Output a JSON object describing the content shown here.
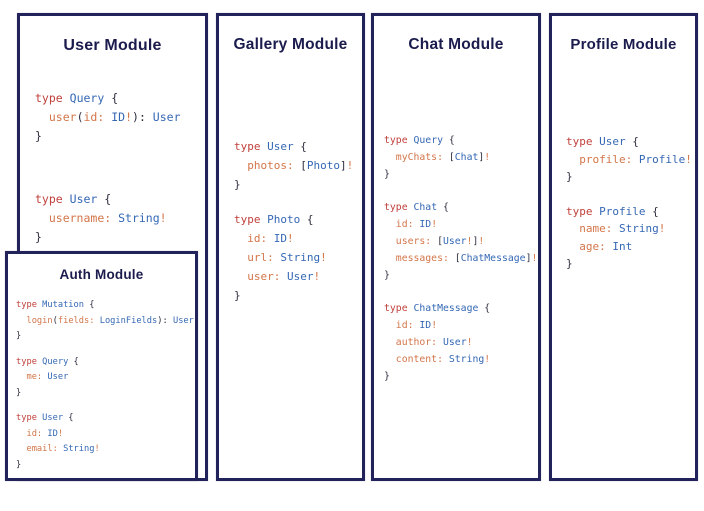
{
  "page": {
    "background": "#ffffff"
  },
  "colors": {
    "panel_border": "#23235c",
    "title": "#1b1b4d",
    "keyword": "#c0413c",
    "type_name": "#3568b4",
    "field": "#d3764a",
    "punctuation": "#2e2e3f"
  },
  "modules": [
    {
      "id": "user",
      "title": "User Module",
      "blocks": [
        [
          [
            [
              "kw",
              "type"
            ],
            [
              "pl",
              " "
            ],
            [
              "ty",
              "Query"
            ],
            [
              "pl",
              " {"
            ]
          ],
          [
            [
              "pl",
              "  "
            ],
            [
              "fd",
              "user"
            ],
            [
              "pl",
              "("
            ],
            [
              "fd",
              "id:"
            ],
            [
              "pl",
              " "
            ],
            [
              "ty",
              "ID"
            ],
            [
              "fd",
              "!"
            ],
            [
              "pl",
              "): "
            ],
            [
              "ty",
              "User"
            ]
          ],
          [
            [
              "pl",
              "}"
            ]
          ]
        ],
        [
          [
            [
              "kw",
              "type"
            ],
            [
              "pl",
              " "
            ],
            [
              "ty",
              "User"
            ],
            [
              "pl",
              " {"
            ]
          ],
          [
            [
              "pl",
              "  "
            ],
            [
              "fd",
              "username:"
            ],
            [
              "pl",
              " "
            ],
            [
              "ty",
              "String"
            ],
            [
              "fd",
              "!"
            ]
          ],
          [
            [
              "pl",
              "}"
            ]
          ]
        ]
      ]
    },
    {
      "id": "auth",
      "title": "Auth Module",
      "blocks": [
        [
          [
            [
              "kw",
              "type"
            ],
            [
              "pl",
              " "
            ],
            [
              "ty",
              "Mutation"
            ],
            [
              "pl",
              " {"
            ]
          ],
          [
            [
              "pl",
              "  "
            ],
            [
              "fd",
              "login"
            ],
            [
              "pl",
              "("
            ],
            [
              "fd",
              "fields:"
            ],
            [
              "pl",
              " "
            ],
            [
              "ty",
              "LoginFields"
            ],
            [
              "pl",
              "): "
            ],
            [
              "ty",
              "User"
            ]
          ],
          [
            [
              "pl",
              "}"
            ]
          ]
        ],
        [
          [
            [
              "kw",
              "type"
            ],
            [
              "pl",
              " "
            ],
            [
              "ty",
              "Query"
            ],
            [
              "pl",
              " {"
            ]
          ],
          [
            [
              "pl",
              "  "
            ],
            [
              "fd",
              "me:"
            ],
            [
              "pl",
              " "
            ],
            [
              "ty",
              "User"
            ]
          ],
          [
            [
              "pl",
              "}"
            ]
          ]
        ],
        [
          [
            [
              "kw",
              "type"
            ],
            [
              "pl",
              " "
            ],
            [
              "ty",
              "User"
            ],
            [
              "pl",
              " {"
            ]
          ],
          [
            [
              "pl",
              "  "
            ],
            [
              "fd",
              "id:"
            ],
            [
              "pl",
              " "
            ],
            [
              "ty",
              "ID"
            ],
            [
              "fd",
              "!"
            ]
          ],
          [
            [
              "pl",
              "  "
            ],
            [
              "fd",
              "email:"
            ],
            [
              "pl",
              " "
            ],
            [
              "ty",
              "String"
            ],
            [
              "fd",
              "!"
            ]
          ],
          [
            [
              "pl",
              "}"
            ]
          ]
        ]
      ]
    },
    {
      "id": "gallery",
      "title": "Gallery Module",
      "blocks": [
        [
          [
            [
              "kw",
              "type"
            ],
            [
              "pl",
              " "
            ],
            [
              "ty",
              "User"
            ],
            [
              "pl",
              " {"
            ]
          ],
          [
            [
              "pl",
              "  "
            ],
            [
              "fd",
              "photos:"
            ],
            [
              "pl",
              " ["
            ],
            [
              "ty",
              "Photo"
            ],
            [
              "pl",
              "]"
            ],
            [
              "fd",
              "!"
            ]
          ],
          [
            [
              "pl",
              "}"
            ]
          ]
        ],
        [
          [
            [
              "kw",
              "type"
            ],
            [
              "pl",
              " "
            ],
            [
              "ty",
              "Photo"
            ],
            [
              "pl",
              " {"
            ]
          ],
          [
            [
              "pl",
              "  "
            ],
            [
              "fd",
              "id:"
            ],
            [
              "pl",
              " "
            ],
            [
              "ty",
              "ID"
            ],
            [
              "fd",
              "!"
            ]
          ],
          [
            [
              "pl",
              "  "
            ],
            [
              "fd",
              "url:"
            ],
            [
              "pl",
              " "
            ],
            [
              "ty",
              "String"
            ],
            [
              "fd",
              "!"
            ]
          ],
          [
            [
              "pl",
              "  "
            ],
            [
              "fd",
              "user:"
            ],
            [
              "pl",
              " "
            ],
            [
              "ty",
              "User"
            ],
            [
              "fd",
              "!"
            ]
          ],
          [
            [
              "pl",
              "}"
            ]
          ]
        ]
      ]
    },
    {
      "id": "chat",
      "title": "Chat Module",
      "blocks": [
        [
          [
            [
              "kw",
              "type"
            ],
            [
              "pl",
              " "
            ],
            [
              "ty",
              "Query"
            ],
            [
              "pl",
              " {"
            ]
          ],
          [
            [
              "pl",
              "  "
            ],
            [
              "fd",
              "myChats:"
            ],
            [
              "pl",
              " ["
            ],
            [
              "ty",
              "Chat"
            ],
            [
              "pl",
              "]"
            ],
            [
              "fd",
              "!"
            ]
          ],
          [
            [
              "pl",
              "}"
            ]
          ]
        ],
        [
          [
            [
              "kw",
              "type"
            ],
            [
              "pl",
              " "
            ],
            [
              "ty",
              "Chat"
            ],
            [
              "pl",
              " {"
            ]
          ],
          [
            [
              "pl",
              "  "
            ],
            [
              "fd",
              "id:"
            ],
            [
              "pl",
              " "
            ],
            [
              "ty",
              "ID"
            ],
            [
              "fd",
              "!"
            ]
          ],
          [
            [
              "pl",
              "  "
            ],
            [
              "fd",
              "users:"
            ],
            [
              "pl",
              " ["
            ],
            [
              "ty",
              "User"
            ],
            [
              "fd",
              "!"
            ],
            [
              "pl",
              "]"
            ],
            [
              "fd",
              "!"
            ]
          ],
          [
            [
              "pl",
              "  "
            ],
            [
              "fd",
              "messages:"
            ],
            [
              "pl",
              " ["
            ],
            [
              "ty",
              "ChatMessage"
            ],
            [
              "pl",
              "]"
            ],
            [
              "fd",
              "!"
            ]
          ],
          [
            [
              "pl",
              "}"
            ]
          ]
        ],
        [
          [
            [
              "kw",
              "type"
            ],
            [
              "pl",
              " "
            ],
            [
              "ty",
              "ChatMessage"
            ],
            [
              "pl",
              " {"
            ]
          ],
          [
            [
              "pl",
              "  "
            ],
            [
              "fd",
              "id:"
            ],
            [
              "pl",
              " "
            ],
            [
              "ty",
              "ID"
            ],
            [
              "fd",
              "!"
            ]
          ],
          [
            [
              "pl",
              "  "
            ],
            [
              "fd",
              "author:"
            ],
            [
              "pl",
              " "
            ],
            [
              "ty",
              "User"
            ],
            [
              "fd",
              "!"
            ]
          ],
          [
            [
              "pl",
              "  "
            ],
            [
              "fd",
              "content:"
            ],
            [
              "pl",
              " "
            ],
            [
              "ty",
              "String"
            ],
            [
              "fd",
              "!"
            ]
          ],
          [
            [
              "pl",
              "}"
            ]
          ]
        ]
      ]
    },
    {
      "id": "profile",
      "title": "Profile Module",
      "blocks": [
        [
          [
            [
              "kw",
              "type"
            ],
            [
              "pl",
              " "
            ],
            [
              "ty",
              "User"
            ],
            [
              "pl",
              " {"
            ]
          ],
          [
            [
              "pl",
              "  "
            ],
            [
              "fd",
              "profile:"
            ],
            [
              "pl",
              " "
            ],
            [
              "ty",
              "Profile"
            ],
            [
              "fd",
              "!"
            ]
          ],
          [
            [
              "pl",
              "}"
            ]
          ]
        ],
        [
          [
            [
              "kw",
              "type"
            ],
            [
              "pl",
              " "
            ],
            [
              "ty",
              "Profile"
            ],
            [
              "pl",
              " {"
            ]
          ],
          [
            [
              "pl",
              "  "
            ],
            [
              "fd",
              "name:"
            ],
            [
              "pl",
              " "
            ],
            [
              "ty",
              "String"
            ],
            [
              "fd",
              "!"
            ]
          ],
          [
            [
              "pl",
              "  "
            ],
            [
              "fd",
              "age:"
            ],
            [
              "pl",
              " "
            ],
            [
              "ty",
              "Int"
            ]
          ],
          [
            [
              "pl",
              "}"
            ]
          ]
        ]
      ]
    }
  ]
}
